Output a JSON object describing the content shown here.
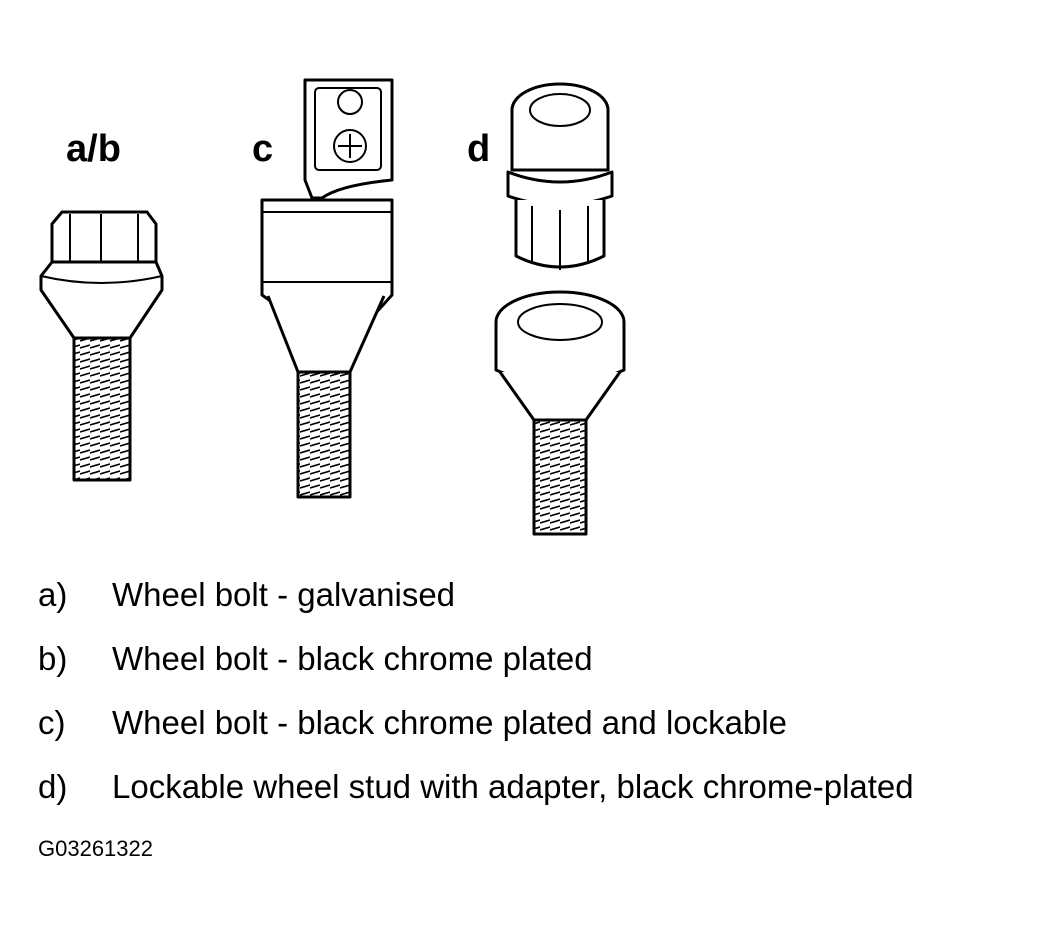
{
  "parts": [
    {
      "id": "ab",
      "label": "a/b"
    },
    {
      "id": "c",
      "label": "c"
    },
    {
      "id": "d",
      "label": "d"
    }
  ],
  "legend": [
    {
      "key": "a)",
      "text": "Wheel bolt - galvanised"
    },
    {
      "key": "b)",
      "text": "Wheel bolt - black chrome plated"
    },
    {
      "key": "c)",
      "text": "Wheel bolt - black chrome plated and lockable"
    },
    {
      "key": "d)",
      "text": "Lockable wheel stud with adapter, black chrome-plated"
    }
  ],
  "figure_code": "G03261322"
}
